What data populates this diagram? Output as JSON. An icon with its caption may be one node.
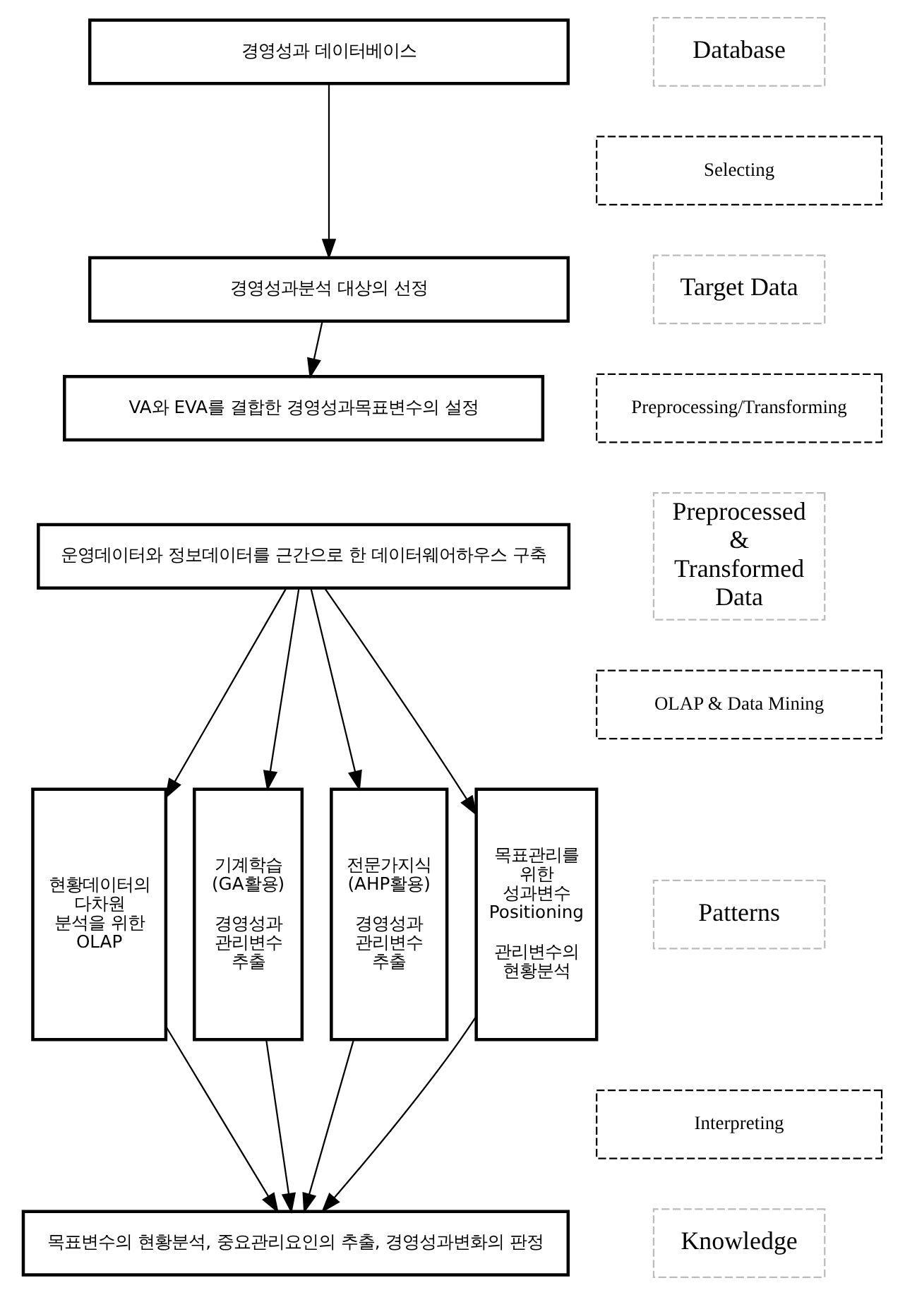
{
  "diagram": {
    "nodes": [
      {
        "text": [
          "경영성과 데이터베이스"
        ]
      },
      {
        "text": [
          "Database"
        ]
      },
      {
        "text": [
          "Selecting"
        ]
      },
      {
        "text": [
          "경영성과분석 대상의 선정"
        ]
      },
      {
        "text": [
          "Target Data"
        ]
      },
      {
        "text": [
          "Preprocessing/Transforming"
        ]
      },
      {
        "text": [
          "VA와 EVA를 결합한 경영성과목표변수의 설정"
        ]
      },
      {
        "text": [
          "운영데이터와 정보데이터를 근간으로 한 데이터웨어하우스 구축"
        ]
      },
      {
        "text": [
          "Preprocessed & Transformed Data"
        ]
      },
      {
        "text": [
          "OLAP & Data Mining"
        ]
      },
      {
        "text": [
          "현황데이터의 다차원 분석을 위한 OLAP"
        ]
      },
      {
        "text": [
          "기계학습 (GA활용)",
          "경영성과 관리변수 추출"
        ]
      },
      {
        "text": [
          "전문가지식 (AHP활용)",
          "경영성과 관리변수 추출"
        ]
      },
      {
        "text": [
          "목표관리를 위한 성과변수 Positioning",
          "관리변수의 현황분석"
        ]
      },
      {
        "text": [
          "Patterns"
        ]
      },
      {
        "text": [
          "Interpreting"
        ]
      },
      {
        "text": [
          "목표변수의 현황분석, 중요관리요인의 추출, 경영성과변화의 판정"
        ]
      },
      {
        "text": [
          "Knowledge"
        ]
      }
    ],
    "edges": [
      {
        "from": 0,
        "to": 3,
        "arrow": "to"
      },
      {
        "from": 3,
        "to": 6,
        "arrow": "to"
      },
      {
        "from": 7,
        "to": 10,
        "arrow": "to"
      },
      {
        "from": 7,
        "to": 11,
        "arrow": "to"
      },
      {
        "from": 7,
        "to": 12,
        "arrow": "to"
      },
      {
        "from": 7,
        "to": 13,
        "arrow": "to"
      },
      {
        "from": 10,
        "to": 16,
        "arrow": "to"
      },
      {
        "from": 11,
        "to": 16,
        "arrow": "to"
      },
      {
        "from": 12,
        "to": 16,
        "arrow": "to"
      },
      {
        "from": 13,
        "to": 16,
        "arrow": "to"
      }
    ]
  }
}
